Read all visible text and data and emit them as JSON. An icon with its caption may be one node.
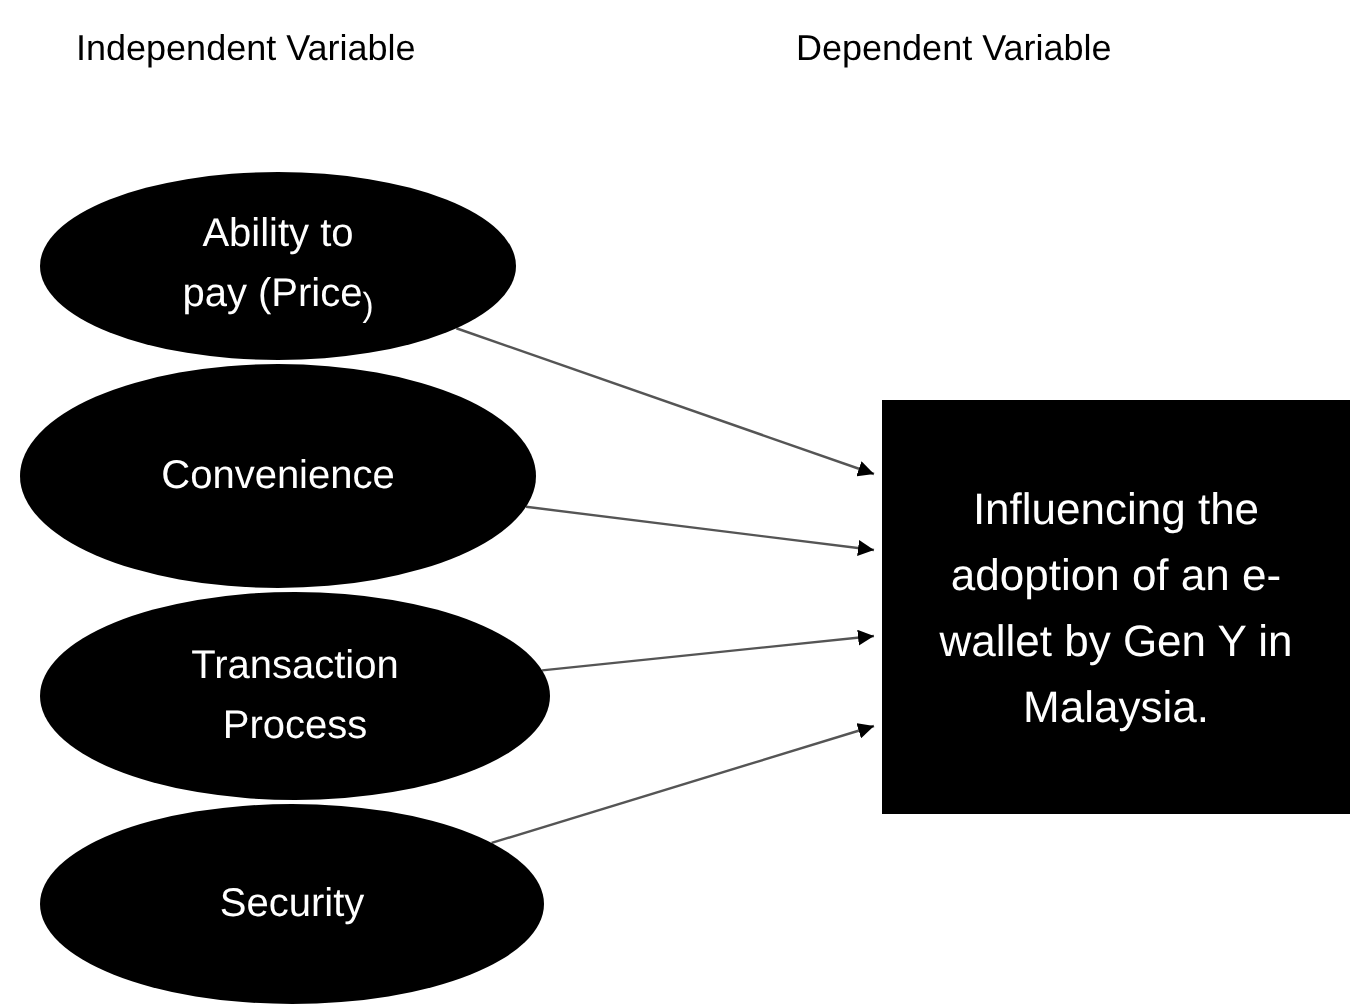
{
  "diagram": {
    "nodes": [
      {
        "text": [
          "Ability to pay (Price$_{)}$"
        ]
      },
      {
        "text": [
          "Convenience"
        ]
      },
      {
        "text": [
          "Transaction Process"
        ]
      },
      {
        "text": [
          "Security"
        ]
      },
      {
        "text": [
          "Influencing the adoption of an e-wallet by Gen Y in Malaysia."
        ]
      }
    ],
    "edges": [
      {
        "from": 0,
        "to": 4,
        "arrow": "to"
      },
      {
        "from": 1,
        "to": 4,
        "arrow": "to"
      },
      {
        "from": 2,
        "to": 4,
        "arrow": "to"
      },
      {
        "from": 3,
        "to": 4,
        "arrow": "to"
      }
    ],
    "labels": [
      "Independent Variable",
      "Dependent Variable"
    ]
  }
}
